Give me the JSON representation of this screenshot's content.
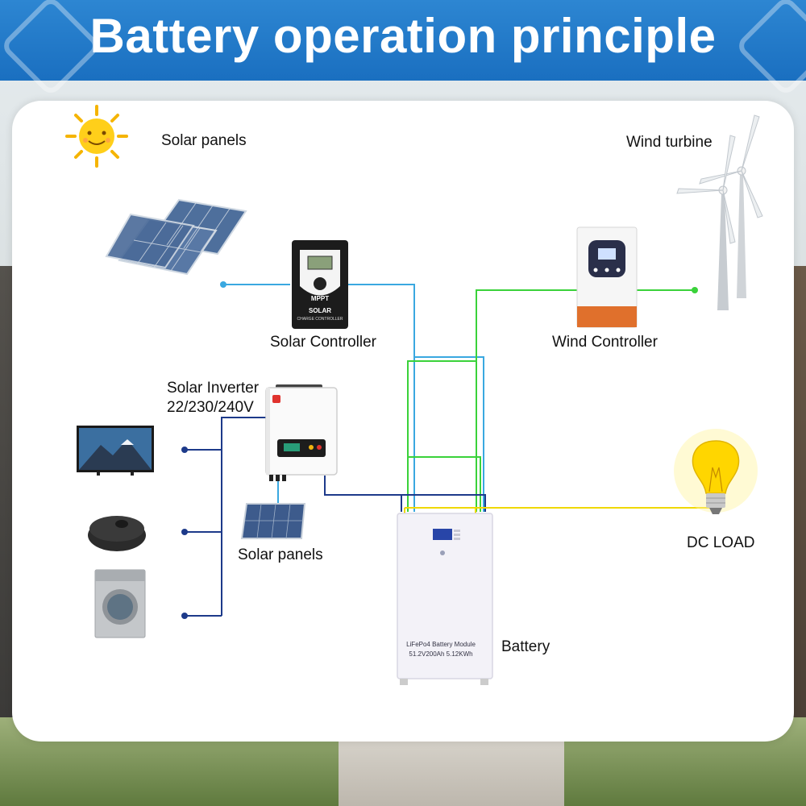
{
  "banner": {
    "title": "Battery operation principle"
  },
  "labels": {
    "solar_panels_top": "Solar panels",
    "wind_turbine": "Wind turbine",
    "solar_controller": "Solar Controller",
    "wind_controller": "Wind Controller",
    "inverter_line1": "Solar Inverter",
    "inverter_line2": "22/230/240V",
    "solar_panels_small": "Solar panels",
    "dc_load": "DC LOAD",
    "battery": "Battery"
  },
  "devices": {
    "mppt_text": "MPPT",
    "controller_brand": "SOLAR",
    "controller_sub": "CHARGE CONTROLLER",
    "battery_line1": "LiFePo4 Battery Module",
    "battery_line2": "51.2V200Ah 5.12KWh"
  },
  "colors": {
    "solar_wire": "#3aa8e0",
    "wind_wire": "#3ad23a",
    "ac_wire": "#1d3a8a",
    "dc_wire": "#f0d800",
    "banner": "#1f78c8"
  }
}
